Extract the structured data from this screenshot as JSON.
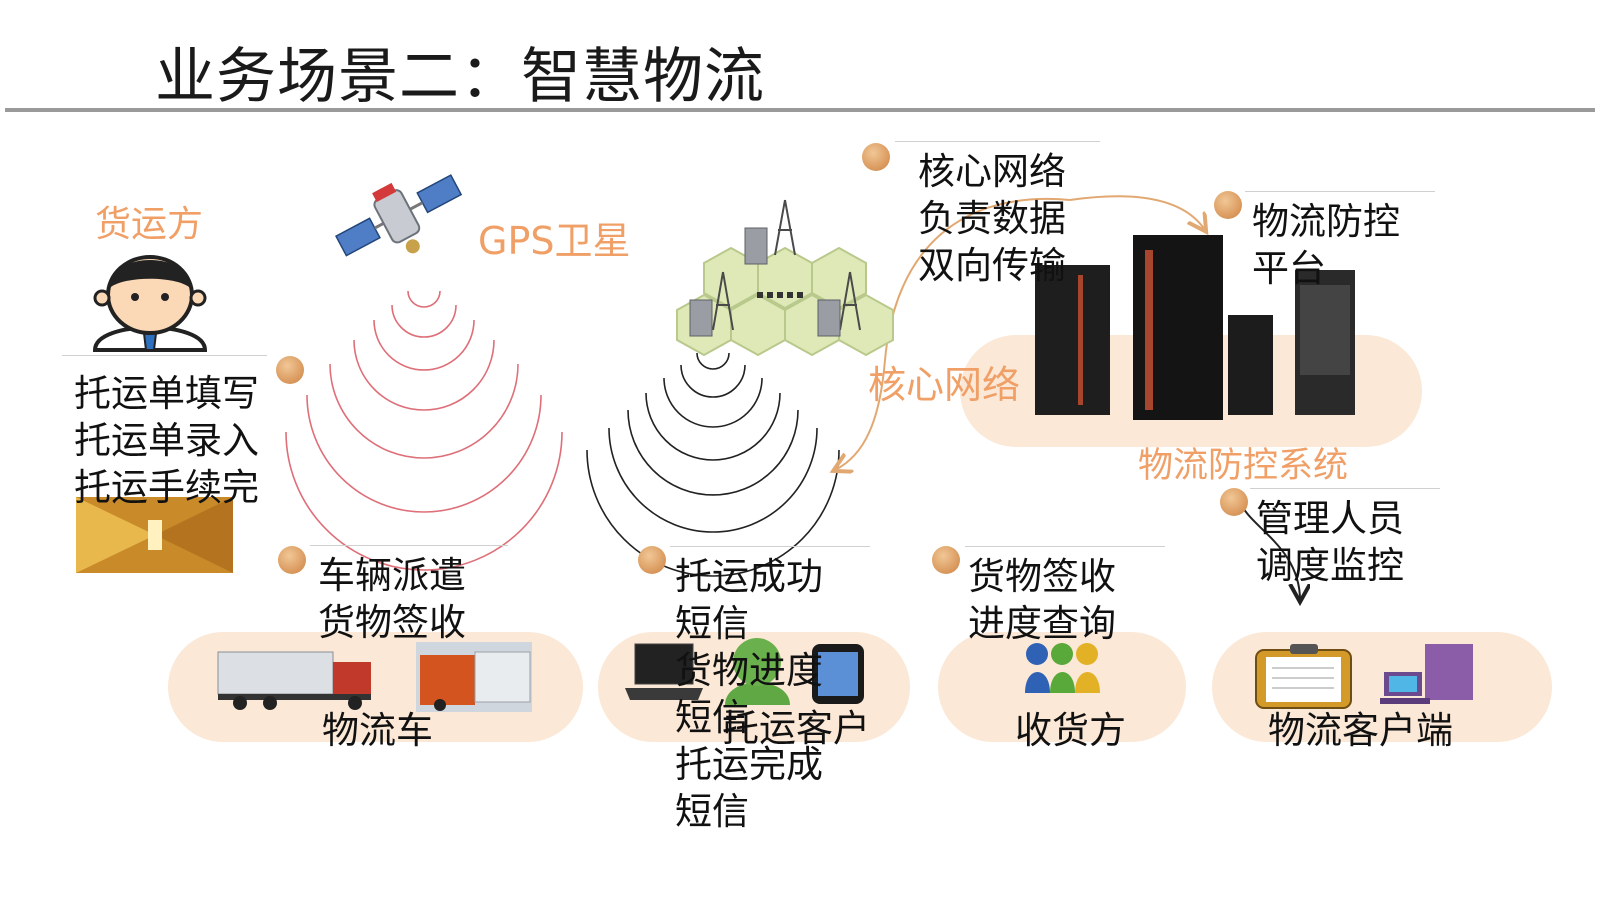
{
  "title": "业务场景二：智慧物流",
  "labels": {
    "shipper": "货运方",
    "gps": "GPS卫星",
    "core_network": "核心网络",
    "control_system": "物流防控系统",
    "vehicle": "物流车",
    "consign_customer": "托运客户",
    "receiver": "收货方",
    "logistics_client": "物流客户端"
  },
  "notes": {
    "shipper_lines": [
      "托运单填写",
      "托运单录入",
      "托运手续完"
    ],
    "core_lines": [
      "核心网络",
      "负责数据",
      "双向传输"
    ],
    "platform_lines": [
      "物流防控",
      "平台"
    ],
    "manager_lines": [
      "管理人员",
      "调度监控"
    ],
    "vehicle_lines": [
      "车辆派遣",
      "货物签收"
    ],
    "sms_lines": [
      "托运成功",
      "短信",
      "货物进度",
      "短信",
      "托运完成",
      "短信"
    ],
    "receiver_lines": [
      "货物签收",
      "进度查询"
    ]
  },
  "colors": {
    "accent_orange": "#f0a067",
    "pill_fill": "#fbe8d6",
    "bullet": "#d8965a",
    "rule": "#9a9a9a"
  }
}
